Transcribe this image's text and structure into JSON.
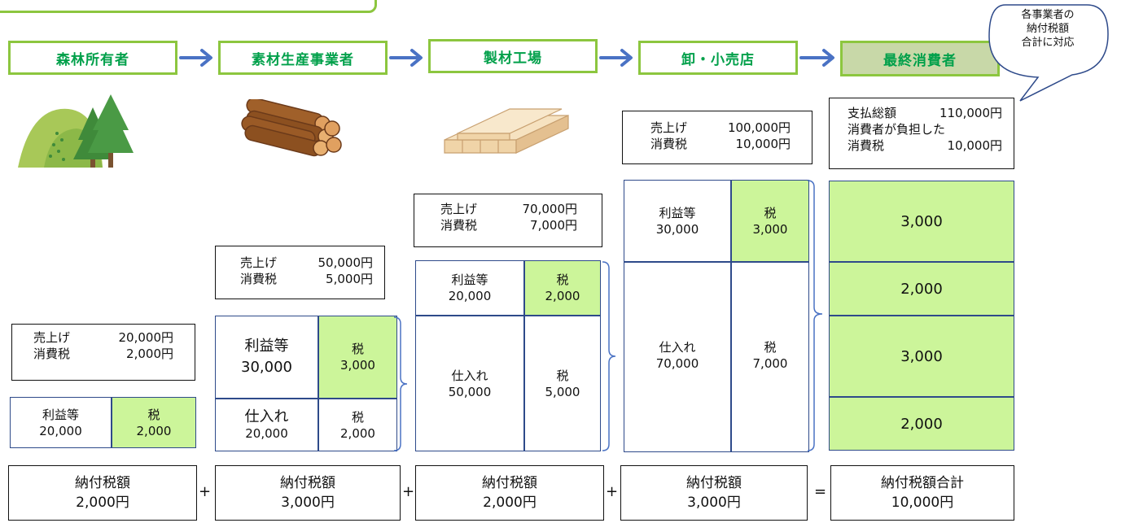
{
  "stages": [
    {
      "label": "森林所有者"
    },
    {
      "label": "素材生産事業者"
    },
    {
      "label": "製材工場"
    },
    {
      "label": "卸・小売店"
    },
    {
      "label": "最終消費者"
    }
  ],
  "callout": {
    "line1": "各事業者の",
    "line2": "納付税額",
    "line3": "合計に対応"
  },
  "sales_boxes": [
    {
      "sales_label": "売上げ",
      "sales_value": "20,000円",
      "tax_label": "消費税",
      "tax_value": "2,000円"
    },
    {
      "sales_label": "売上げ",
      "sales_value": "50,000円",
      "tax_label": "消費税",
      "tax_value": "5,000円"
    },
    {
      "sales_label": "売上げ",
      "sales_value": "70,000円",
      "tax_label": "消費税",
      "tax_value": "7,000円"
    },
    {
      "sales_label": "売上げ",
      "sales_value": "100,000円",
      "tax_label": "消費税",
      "tax_value": "10,000円"
    }
  ],
  "consumer_box": {
    "line1_label": "支払総額",
    "line1_value": "110,000円",
    "line2": "消費者が負担した",
    "line3_label": "消費税",
    "line3_value": "10,000円"
  },
  "breakdowns": [
    {
      "profit_label": "利益等",
      "profit_value": "20,000",
      "tax_label": "税",
      "tax_value": "2,000"
    },
    {
      "profit_label": "利益等",
      "profit_value": "30,000",
      "tax_label": "税",
      "tax_value": "3,000",
      "purchase_label": "仕入れ",
      "purchase_value": "20,000",
      "ptax_label": "税",
      "ptax_value": "2,000"
    },
    {
      "profit_label": "利益等",
      "profit_value": "20,000",
      "tax_label": "税",
      "tax_value": "2,000",
      "purchase_label": "仕入れ",
      "purchase_value": "50,000",
      "ptax_label": "税",
      "ptax_value": "5,000"
    },
    {
      "profit_label": "利益等",
      "profit_value": "30,000",
      "tax_label": "税",
      "tax_value": "3,000",
      "purchase_label": "仕入れ",
      "purchase_value": "70,000",
      "ptax_label": "税",
      "ptax_value": "7,000"
    }
  ],
  "final_stack": [
    "3,000",
    "2,000",
    "3,000",
    "2,000"
  ],
  "payments": [
    {
      "label": "納付税額",
      "value": "2,000円"
    },
    {
      "label": "納付税額",
      "value": "3,000円"
    },
    {
      "label": "納付税額",
      "value": "2,000円"
    },
    {
      "label": "納付税額",
      "value": "3,000円"
    }
  ],
  "operators": [
    "+",
    "+",
    "+",
    "="
  ],
  "total": {
    "label": "納付税額合計",
    "value": "10,000円"
  },
  "colors": {
    "stage_border": "#8cc63f",
    "stage_text": "#00a04a",
    "highlight": "#ccf59a",
    "arrow": "#4a72c4",
    "line": "#2e4a8a"
  }
}
